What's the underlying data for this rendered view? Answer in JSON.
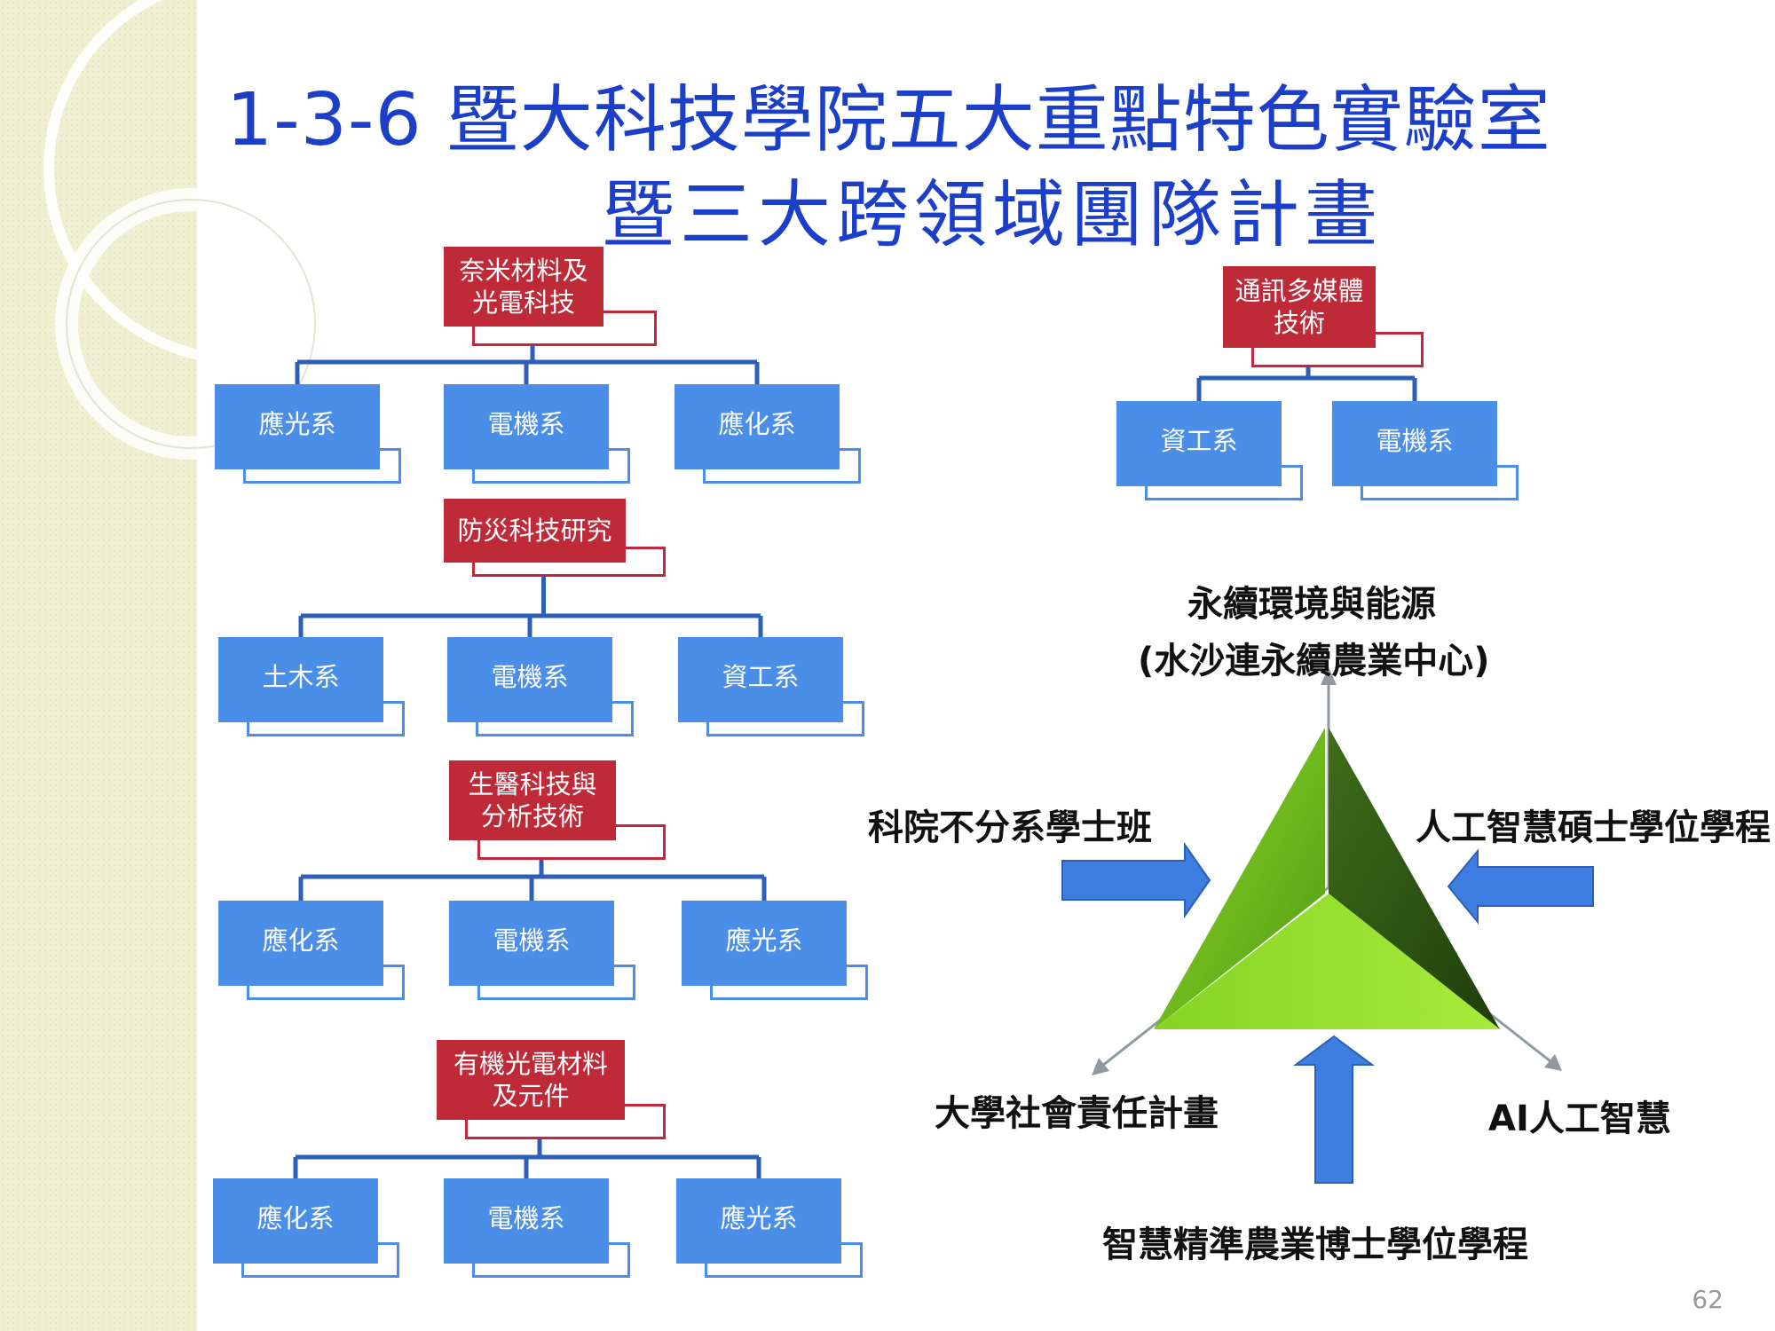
{
  "title": {
    "line1": "1-3-6 暨大科技學院五大重點特色實驗室",
    "line2": "暨三大跨領域團隊計畫"
  },
  "labs": [
    {
      "name": "奈米材料及\n光電科技",
      "departments": [
        "應光系",
        "電機系",
        "應化系"
      ]
    },
    {
      "name": "防災科技研究",
      "departments": [
        "土木系",
        "電機系",
        "資工系"
      ]
    },
    {
      "name": "生醫科技與\n分析技術",
      "departments": [
        "應化系",
        "電機系",
        "應光系"
      ]
    },
    {
      "name": "有機光電材料\n及元件",
      "departments": [
        "應化系",
        "電機系",
        "應光系"
      ]
    },
    {
      "name": "通訊多媒體\n技術",
      "departments": [
        "資工系",
        "電機系"
      ]
    }
  ],
  "triangle": {
    "top_label_1": "永續環境與能源",
    "top_label_2": "(水沙連永續農業中心)",
    "left_label": "科院不分系學士班",
    "right_label": "人工智慧碩士學位學程",
    "bottom_left_label": "大學社會責任計畫",
    "bottom_right_label": "AI人工智慧",
    "bottom_label": "智慧精準農業博士學位學程",
    "colors": {
      "face_left": "#6fc01e",
      "face_right": "#2e5a12",
      "face_bottom": "#8ddc2a",
      "arrow": "#3d7ee0",
      "axis": "#8e9aa0"
    }
  },
  "page_number": "62"
}
